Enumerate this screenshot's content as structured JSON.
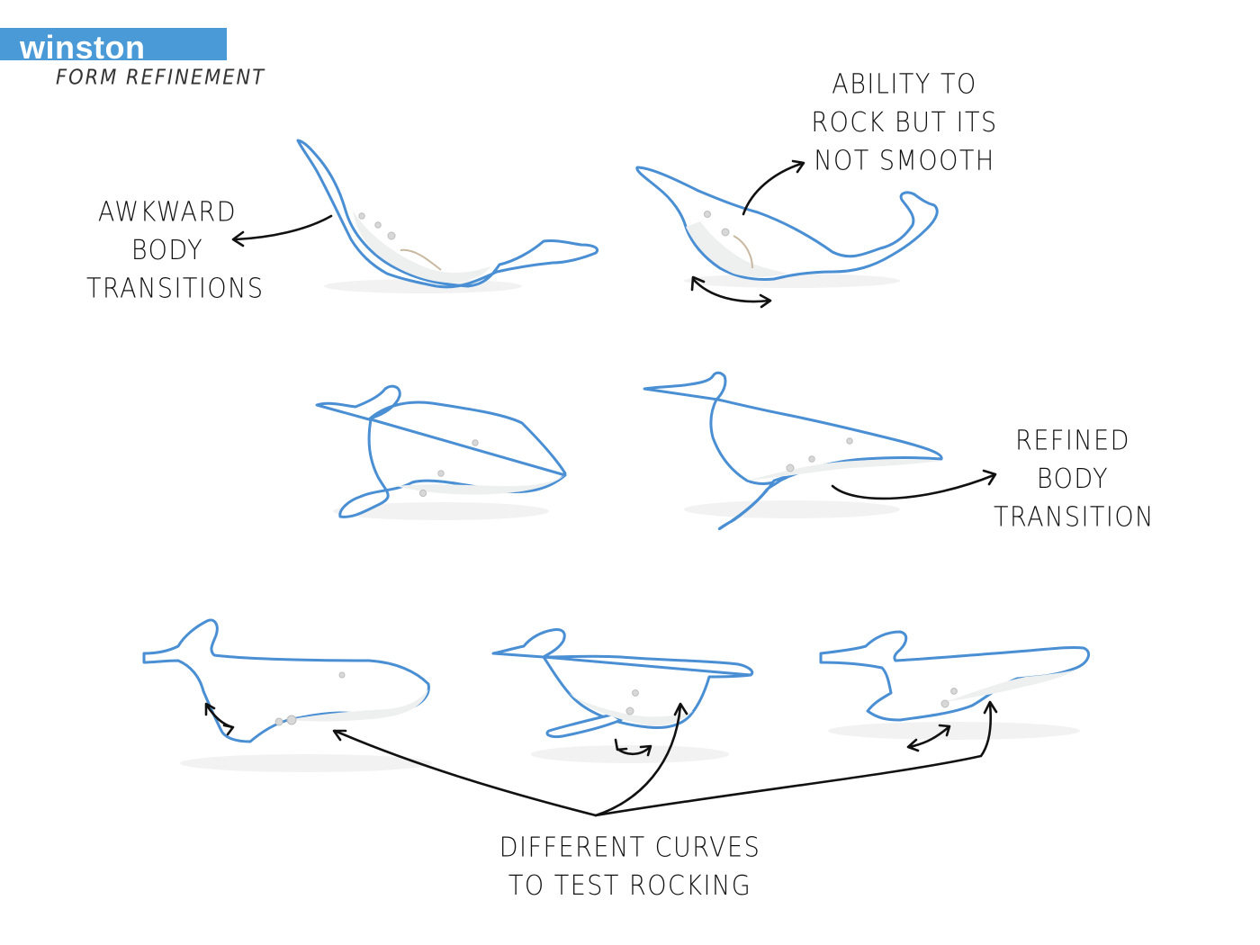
{
  "header": {
    "title": "winston",
    "subtitle": "FORM REFINEMENT",
    "title_bar_color": "#4a9ad8"
  },
  "annotations": {
    "awkward": [
      "AWKWARD",
      "BODY",
      "TRANSITIONS"
    ],
    "ability": [
      "ABILITY TO",
      "ROCK BUT ITS",
      "NOT SMOOTH"
    ],
    "refined": [
      "REFINED",
      "BODY",
      "TRANSITION"
    ],
    "curves": [
      "DIFFERENT CURVES",
      "TO TEST ROCKING"
    ]
  },
  "outline_color": "#4a8fd3"
}
